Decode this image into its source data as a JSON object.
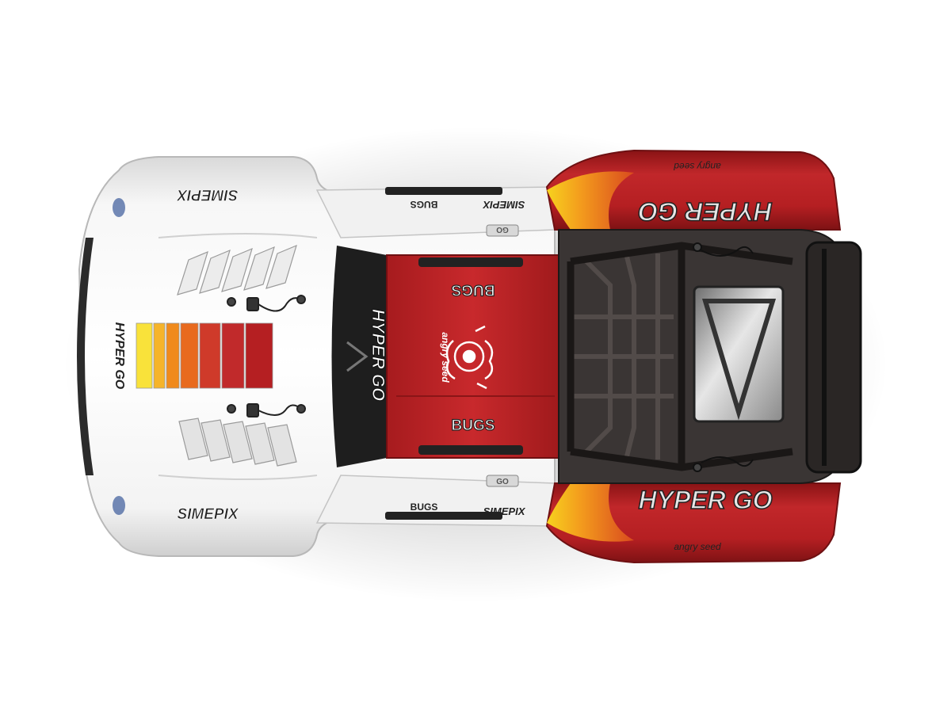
{
  "image": {
    "subject": "Top-down view of an RC short-course truck body",
    "colors": {
      "background": "#ffffff",
      "body_white": "#f3f3f3",
      "body_red": "#b51f22",
      "body_red_dark": "#7e1214",
      "chassis": "#3a3534",
      "chassis_dark": "#231f1e",
      "orange": "#f08a1c",
      "yellow": "#f7d21e"
    },
    "decals": {
      "simepix_front": "SIMEPIX",
      "simepix_rear_hood": "SIMEPIX",
      "simepix_side_top": "SIMEPIX",
      "simepix_side_bottom": "SIMEPIX",
      "bugs_side_top": "BUGS",
      "bugs_side_bottom": "BUGS",
      "bugs_roof_top": "BUGS",
      "bugs_roof_bottom": "BUGS",
      "hyper_go_hood": "HYPER GO",
      "hyper_go_roof": "HYPER GO",
      "hyper_go_bed_top": "HYPER GO",
      "hyper_go_bed_bottom": "HYPER GO",
      "angry_seed_roof": "angry seed",
      "angry_seed_bed_top": "angry seed",
      "angry_seed_bed_bottom": "angry seed",
      "go_badge": "GO"
    },
    "stripe_colors": [
      "#f9e23a",
      "#f6b42a",
      "#f08a1c",
      "#e86a1e",
      "#cf3a2a",
      "#c12a2b",
      "#b51f22"
    ]
  }
}
